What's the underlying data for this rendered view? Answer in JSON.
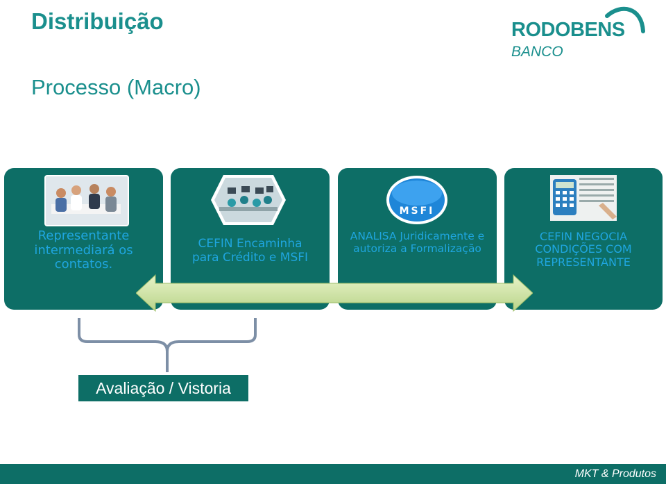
{
  "header": {
    "title": "Distribuição",
    "subtitle": "Processo (Macro)"
  },
  "logo": {
    "brand": "RODOBENS",
    "sub": "BANCO"
  },
  "process": {
    "steps": [
      {
        "text": "Representante intermediará os contatos.",
        "text_color": "#1fa6e0",
        "icon": "meeting-photo"
      },
      {
        "text": "CEFIN Encaminha para Crédito e MSFI",
        "text_color": "#1fa6e0",
        "icon": "office-photo"
      },
      {
        "text": "ANALISA Juridicamente e autoriza a Formalização",
        "text_color": "#1fa6e0",
        "icon": "msfi-logo",
        "icon_label": "MSFI"
      },
      {
        "text": "CEFIN NEGOCIA CONDIÇÕES COM REPRESENTANTE",
        "text_color": "#1fa6e0",
        "icon": "calculator-photo"
      }
    ]
  },
  "bracket": {
    "label": "Avaliação / Vistoria"
  },
  "footer": {
    "text": "MKT & Produtos"
  },
  "colors": {
    "brand_teal": "#1a8f8d",
    "card_teal": "#0d6e66",
    "text_blue": "#1fa6e0",
    "arrow_green": "#d6e8a8",
    "bracket_gray": "#7d8fa6"
  }
}
